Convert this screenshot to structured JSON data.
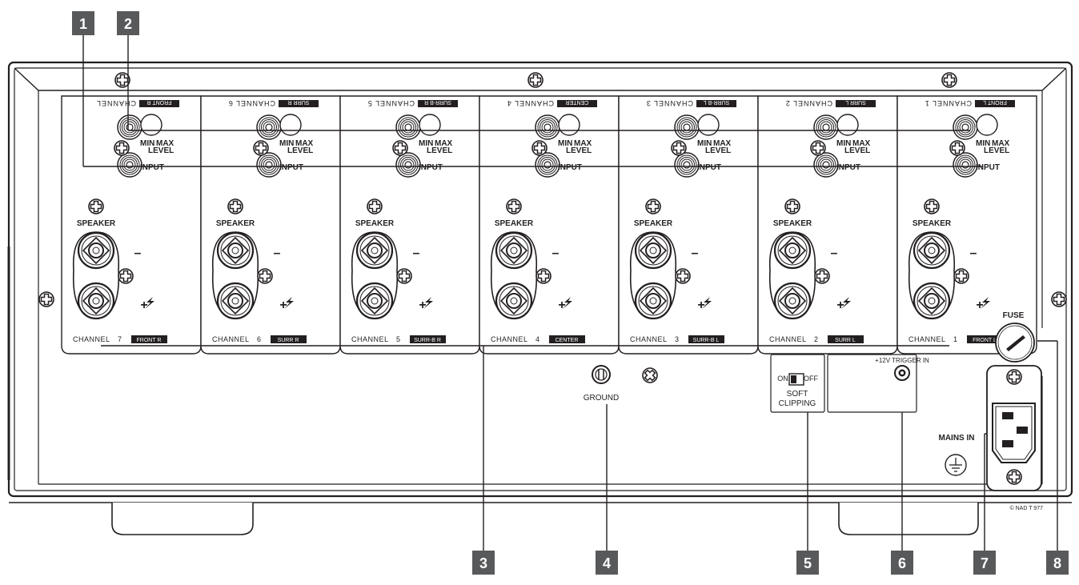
{
  "callouts": [
    "1",
    "2",
    "3",
    "4",
    "5",
    "6",
    "7",
    "8"
  ],
  "channels": [
    {
      "num": "7",
      "name": "FRONT R",
      "top": "CHANNEL",
      "top_badge": "FRONT R"
    },
    {
      "num": "6",
      "name": "SURR R",
      "top": "CHANNEL 6",
      "top_badge": "SURR R"
    },
    {
      "num": "5",
      "name": "SURR-B R",
      "top": "CHANNEL 5",
      "top_badge": "SURR-B R"
    },
    {
      "num": "4",
      "name": "CENTER",
      "top": "CHANNEL 4",
      "top_badge": "CENTER"
    },
    {
      "num": "3",
      "name": "SURR-B L",
      "top": "CHANNEL 3",
      "top_badge": "SURR-B L"
    },
    {
      "num": "2",
      "name": "SURR L",
      "top": "CHANNEL 2",
      "top_badge": "SURR L"
    },
    {
      "num": "1",
      "name": "FRONT L",
      "top": "CHANNEL 1",
      "top_badge": "FRONT L"
    }
  ],
  "labels": {
    "channel": "CHANNEL",
    "min": "MIN",
    "max": "MAX",
    "level": "LEVEL",
    "input": "INPUT",
    "speaker": "SPEAKER",
    "minus": "–",
    "plus": "+",
    "ground": "GROUND",
    "on": "ON",
    "off": "OFF",
    "soft": "SOFT",
    "clipping": "CLIPPING",
    "trigger": "+12V TRIGGER IN",
    "fuse": "FUSE",
    "mains": "MAINS IN",
    "copyright": "© NAD  T 977"
  },
  "colors": {
    "ink": "#231f20",
    "callout": "#58595b",
    "panel": "#ffffff"
  }
}
